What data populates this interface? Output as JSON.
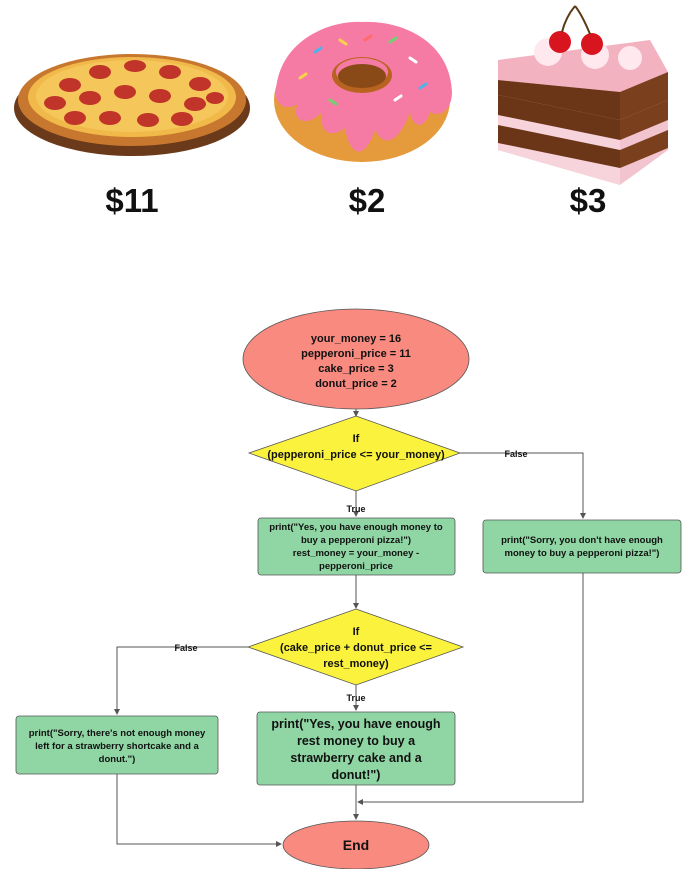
{
  "foods": [
    {
      "name": "pizza",
      "price": "$11"
    },
    {
      "name": "donut",
      "price": "$2"
    },
    {
      "name": "cake",
      "price": "$3"
    }
  ],
  "flowchart": {
    "start_lines": [
      "your_money = 16",
      "pepperoni_price = 11",
      "cake_price = 3",
      "donut_price = 2"
    ],
    "decision1_lines": [
      "If",
      "(pepperoni_price <= your_money)"
    ],
    "true_label": "True",
    "false_label": "False",
    "yes_pizza_lines": [
      "print(\"Yes, you have enough money to",
      "buy a pepperoni pizza!\")",
      "rest_money = your_money -",
      "pepperoni_price"
    ],
    "no_pizza_lines": [
      "print(\"Sorry, you don't have enough",
      "money to buy a pepperoni pizza!\")"
    ],
    "decision2_lines": [
      "If",
      "(cake_price + donut_price <=",
      "rest_money)"
    ],
    "no_dessert_lines": [
      "print(\"Sorry, there's not enough money",
      "left for a strawberry shortcake and a",
      "donut.\")"
    ],
    "yes_dessert_lines": [
      "print(\"Yes, you have enough",
      "rest money to buy a",
      "strawberry cake and a",
      "donut!\")"
    ],
    "end_label": "End"
  },
  "colors": {
    "ellipse_fill": "#f88a80",
    "decision_fill": "#faf23c",
    "process_fill": "#8fd6a4",
    "line": "#555555"
  }
}
